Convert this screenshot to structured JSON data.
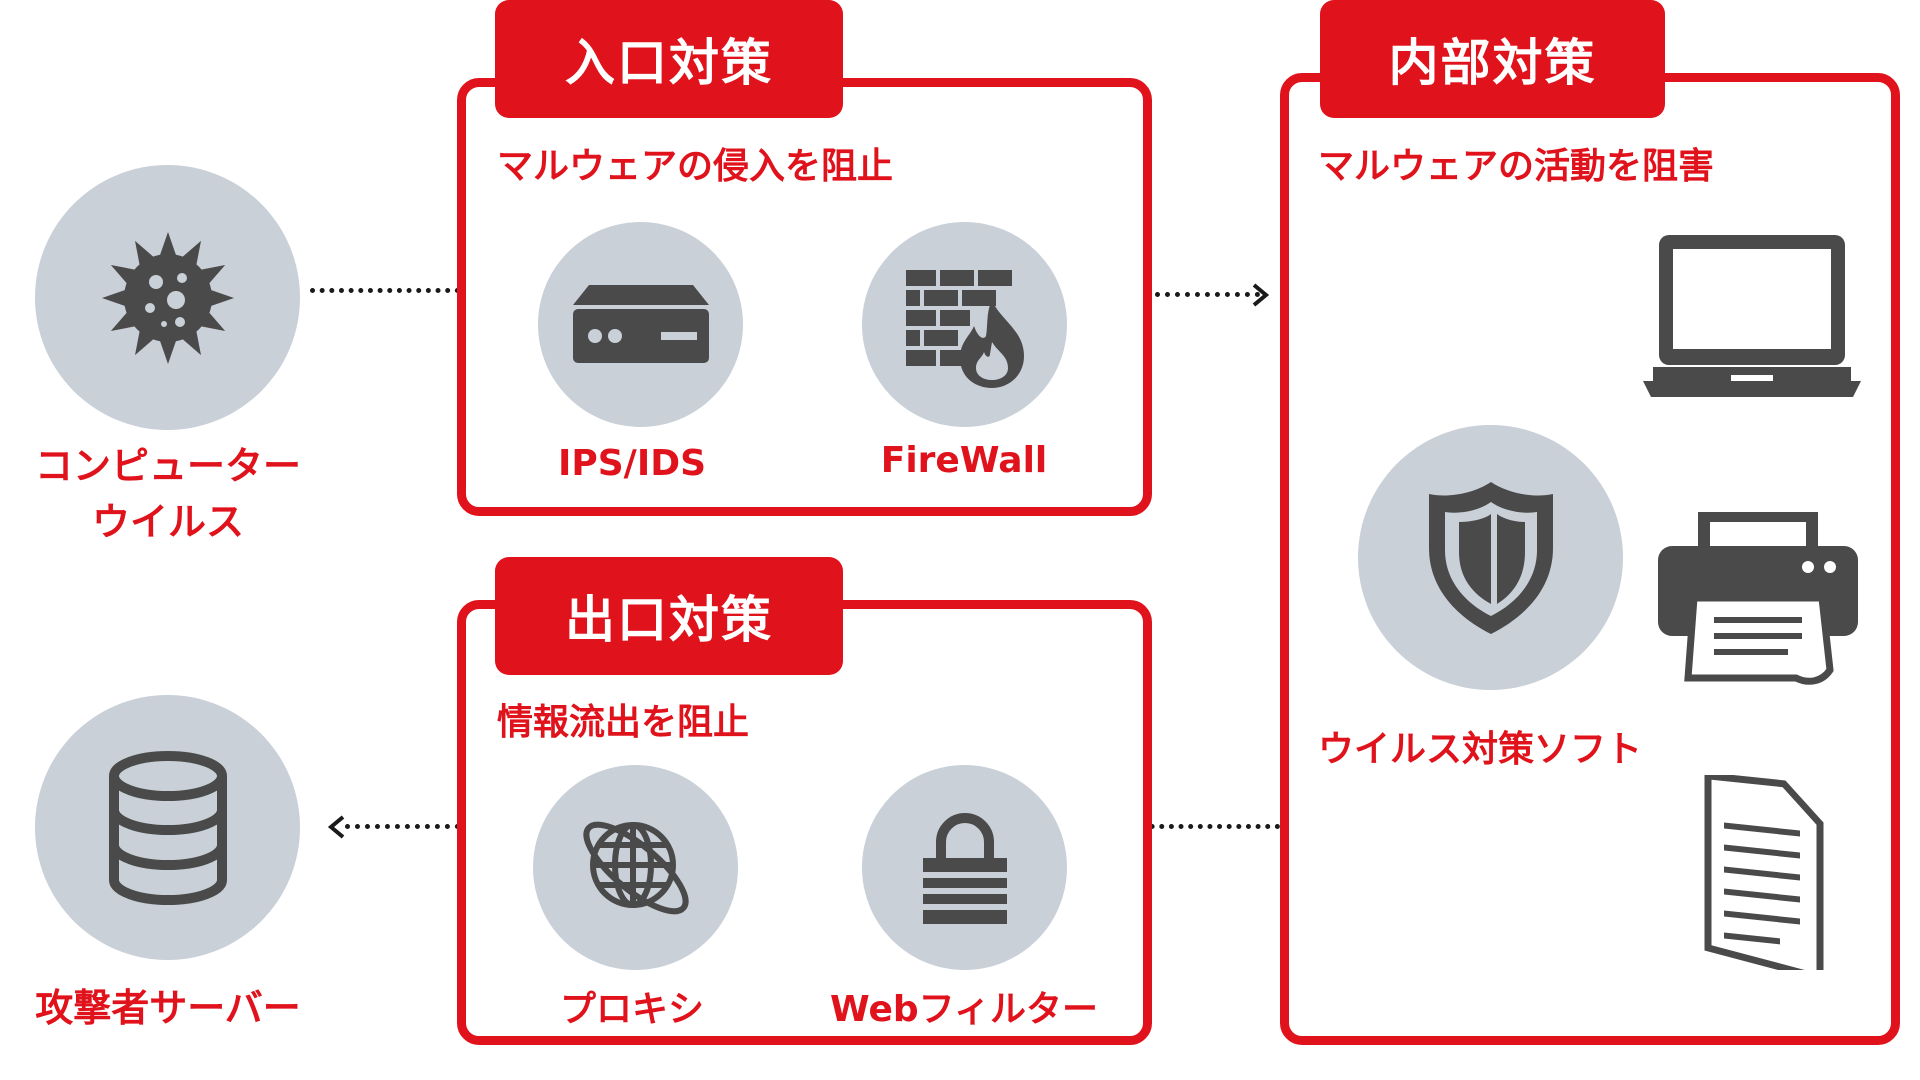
{
  "left_nodes": {
    "virus_label_line1": "コンピューター",
    "virus_label_line2": "ウイルス",
    "server_label": "攻撃者サーバー"
  },
  "entry": {
    "tab": "入口対策",
    "subtitle": "マルウェアの侵入を阻止",
    "items": [
      {
        "label": "IPS/IDS"
      },
      {
        "label": "FireWall"
      }
    ]
  },
  "internal": {
    "tab": "内部対策",
    "subtitle": "マルウェアの活動を阻害",
    "item_label": "ウイルス対策ソフト"
  },
  "exit": {
    "tab": "出口対策",
    "subtitle": "情報流出を阻止",
    "items": [
      {
        "label": "プロキシ"
      },
      {
        "label": "Webフィルター"
      }
    ]
  },
  "colors": {
    "accent_red": "#e0121b",
    "icon_bg": "#c9d0d8",
    "icon_dark": "#4a4a4a"
  },
  "icons": [
    "virus-icon",
    "database-icon",
    "network-device-icon",
    "firewall-icon",
    "shield-icon",
    "laptop-icon",
    "printer-icon",
    "document-icon",
    "globe-icon",
    "padlock-icon"
  ]
}
